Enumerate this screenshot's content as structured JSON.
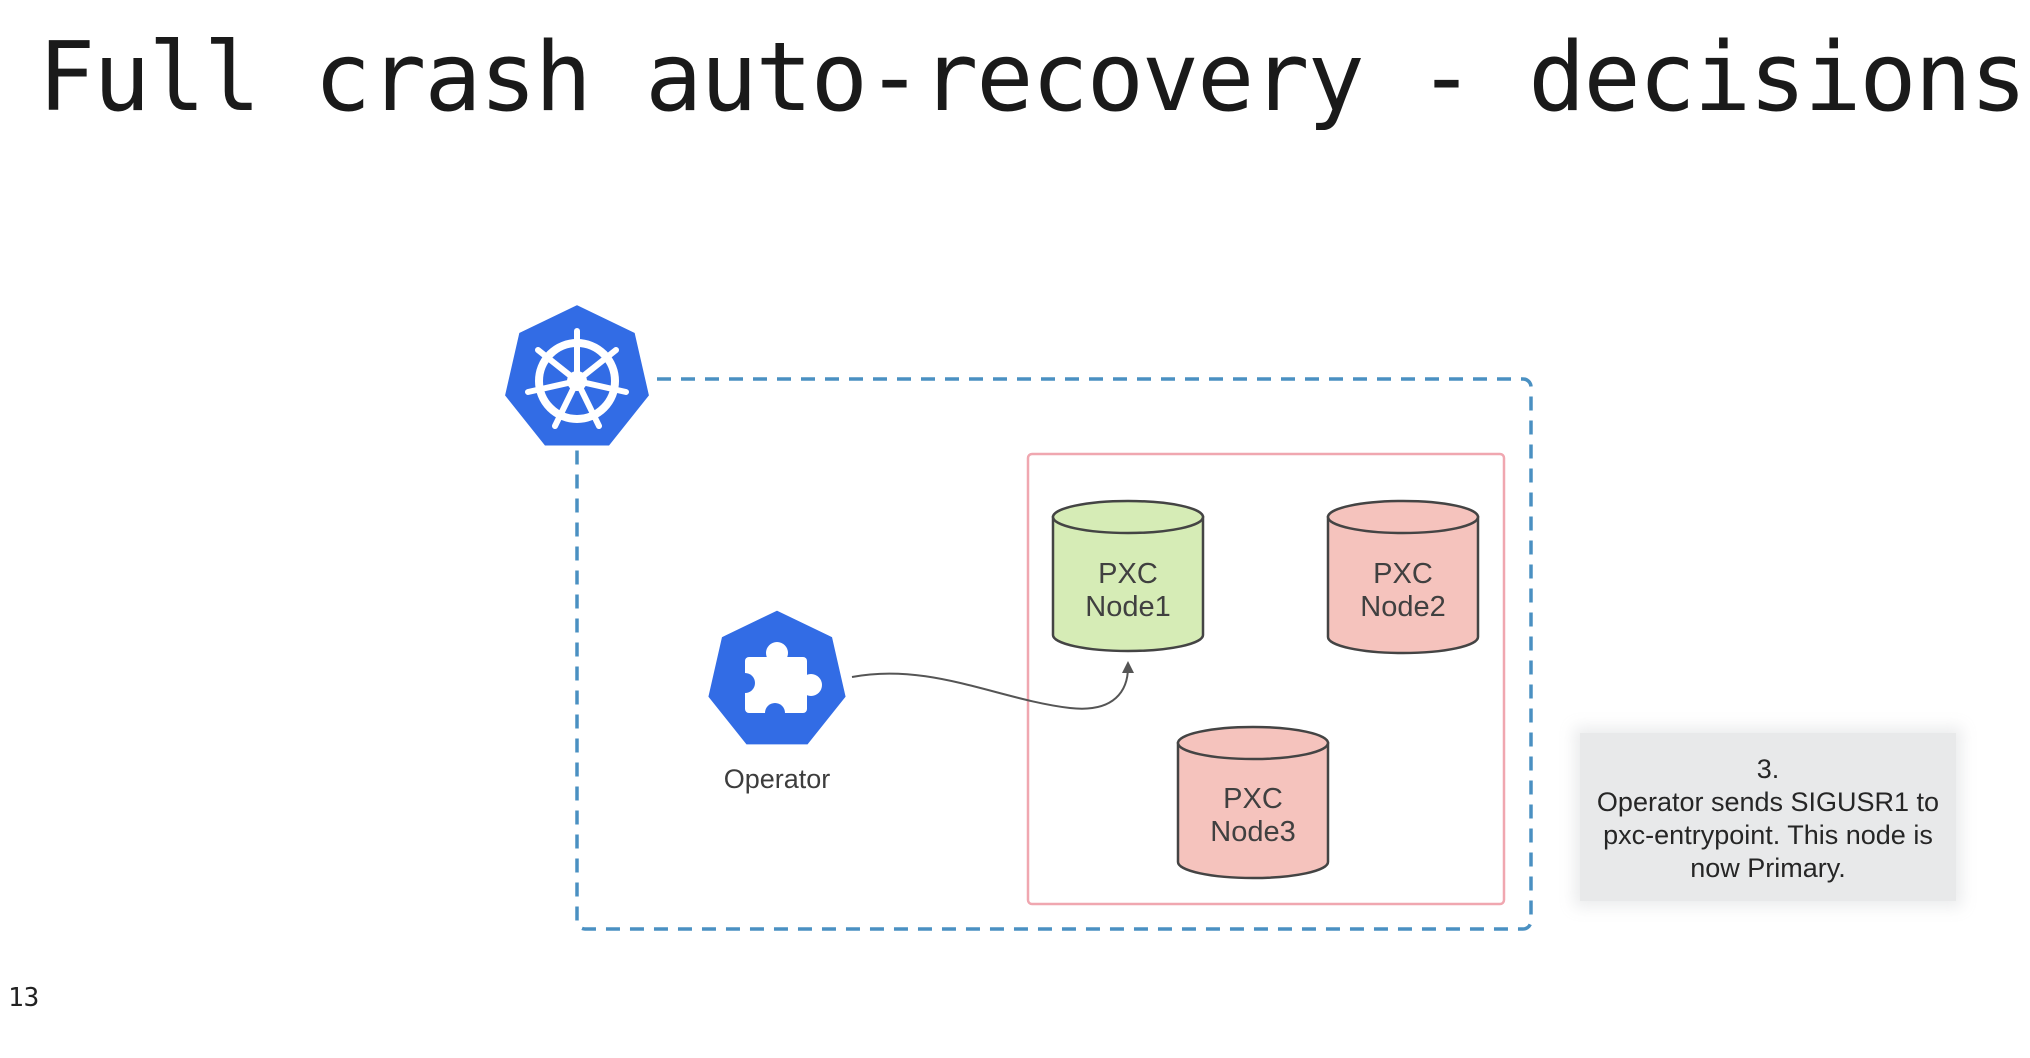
{
  "slide": {
    "title": "Full crash auto-recovery - decisions",
    "page_number": "13"
  },
  "diagram": {
    "platform_icon": "kubernetes-helm-icon",
    "operator": {
      "icon": "puzzle-piece-icon",
      "label": "Operator"
    },
    "nodes": [
      {
        "line1": "PXC",
        "line2": "Node1",
        "state": "primary",
        "color": "#d6ecb6"
      },
      {
        "line1": "PXC",
        "line2": "Node2",
        "state": "down",
        "color": "#f5c3bd"
      },
      {
        "line1": "PXC",
        "line2": "Node3",
        "state": "down",
        "color": "#f5c3bd"
      }
    ],
    "callout": {
      "step": "3.",
      "line1": "Operator sends SIGUSR1 to",
      "line2": "pxc-entrypoint. This node is",
      "line3": "now Primary."
    },
    "colors": {
      "kubernetes_blue": "#326ce5",
      "cluster_border": "#4a90c2",
      "pxc_group_border": "#f0a7b0",
      "primary_fill": "#d6ecb6",
      "failed_fill": "#f5c3bd"
    }
  }
}
